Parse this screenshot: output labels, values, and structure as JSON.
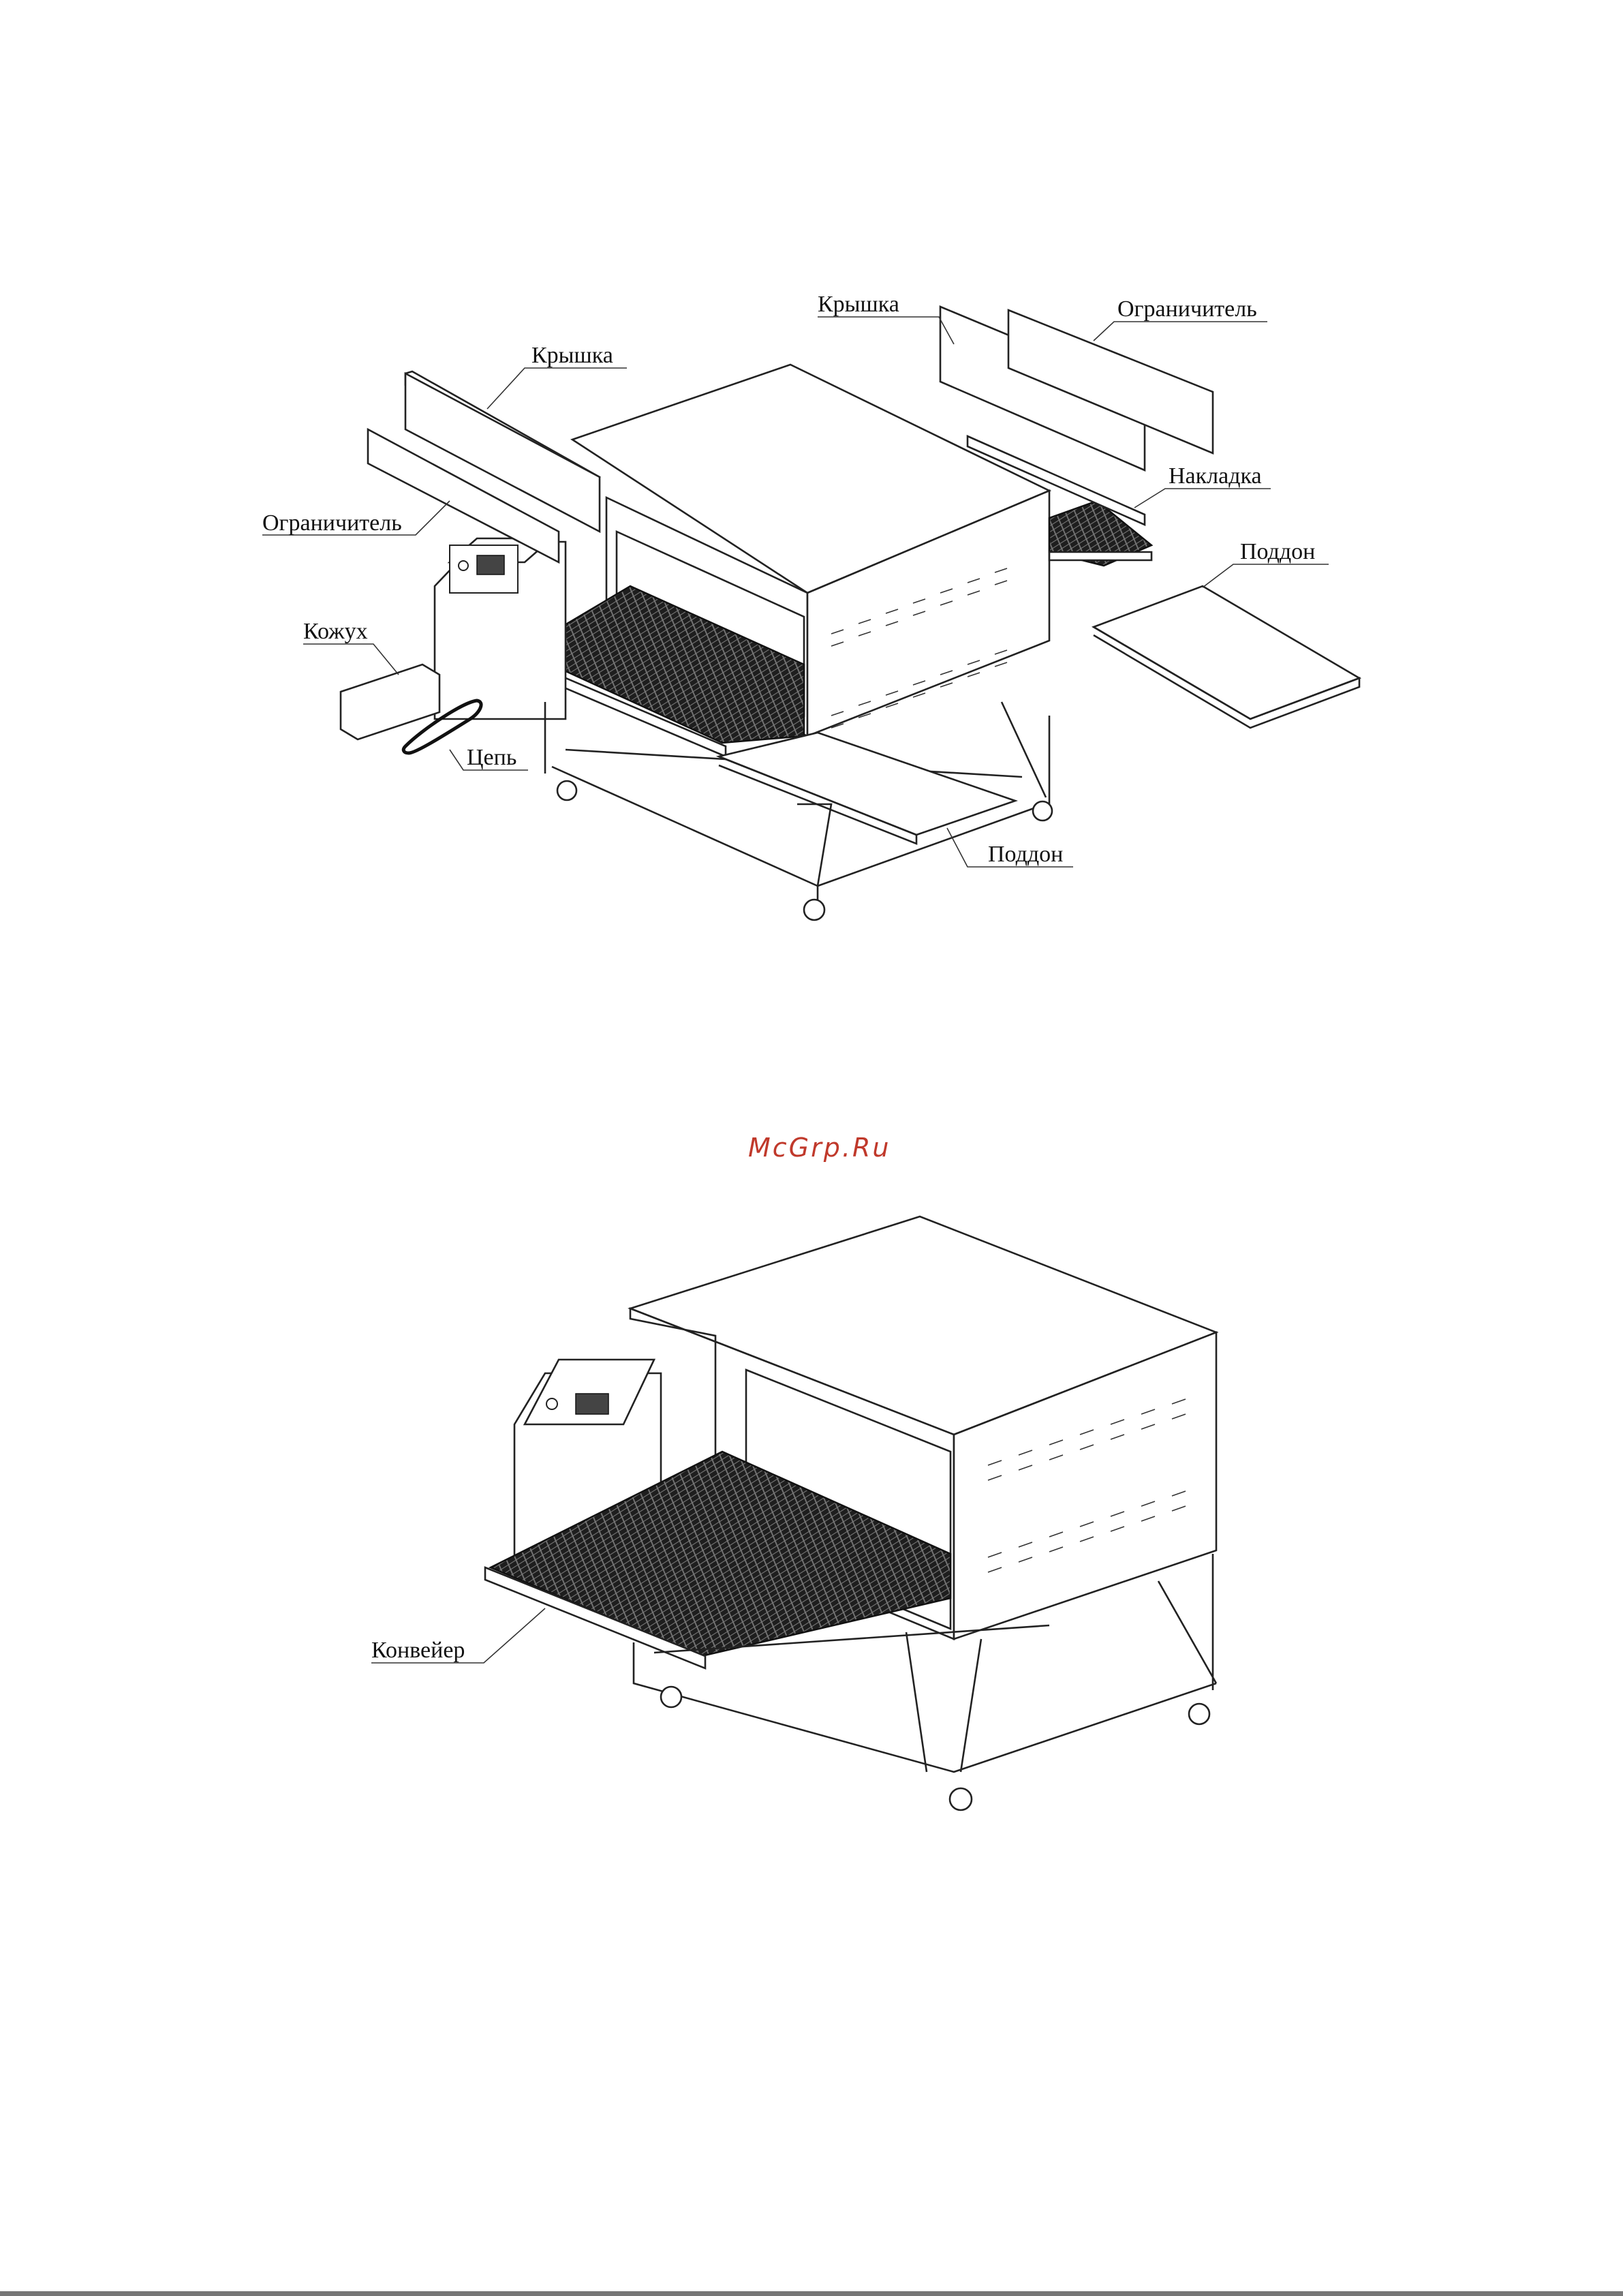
{
  "watermark": "McGrp.Ru",
  "figure_top": {
    "labels": {
      "lid_left": "Крышка",
      "limiter_left": "Ограничитель",
      "cover": "Кожух",
      "chain": "Цепь",
      "lid_right": "Крышка",
      "limiter_right": "Ограничитель",
      "overlay": "Накладка",
      "tray_right": "Поддон",
      "tray_front": "Поддон"
    }
  },
  "figure_bottom": {
    "labels": {
      "conveyor": "Конвейер"
    }
  },
  "colors": {
    "line": "#222222",
    "mesh": "#2b2b2b",
    "watermark": "#c0392b"
  }
}
